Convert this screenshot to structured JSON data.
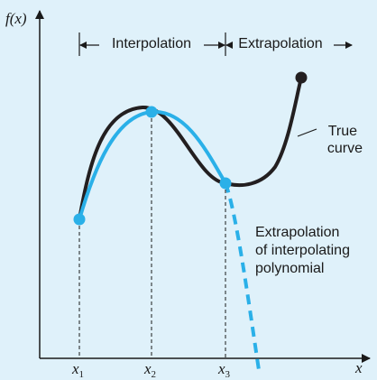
{
  "axes": {
    "y_label": "f(x)",
    "x_label": "x",
    "tick_labels": [
      {
        "base": "x",
        "sub": "1"
      },
      {
        "base": "x",
        "sub": "2"
      },
      {
        "base": "x",
        "sub": "3"
      }
    ]
  },
  "ranges": {
    "interpolation_label": "Interpolation",
    "extrapolation_label": "Extrapolation"
  },
  "annotations": {
    "true_curve_line1": "True",
    "true_curve_line2": "curve",
    "extrap_line1": "Extrapolation",
    "extrap_line2": "of interpolating",
    "extrap_line3": "polynomial"
  },
  "colors": {
    "background": "#dff1fa",
    "true_curve": "#231f20",
    "interpolating_polynomial": "#2ab0e8",
    "axis": "#1a1a1a"
  }
}
